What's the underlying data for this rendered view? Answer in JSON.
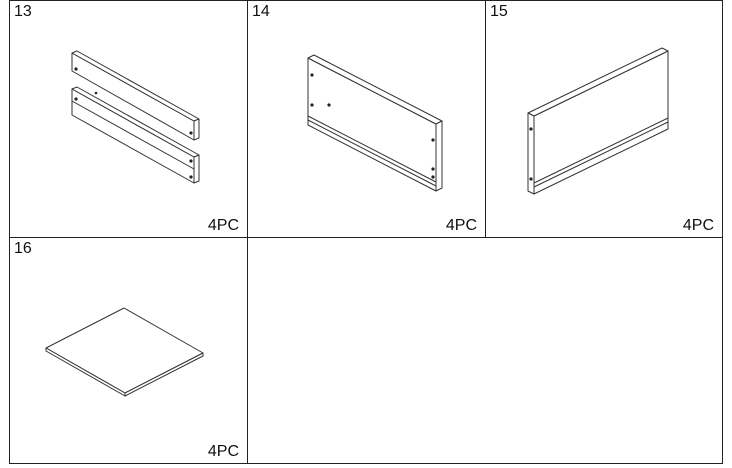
{
  "parts": [
    {
      "number": "13",
      "quantity": "4PC",
      "icon": "double-rail-panel-icon"
    },
    {
      "number": "14",
      "quantity": "4PC",
      "icon": "drilled-side-panel-icon"
    },
    {
      "number": "15",
      "quantity": "4PC",
      "icon": "grooved-panel-icon"
    },
    {
      "number": "16",
      "quantity": "4PC",
      "icon": "flat-board-icon"
    }
  ]
}
